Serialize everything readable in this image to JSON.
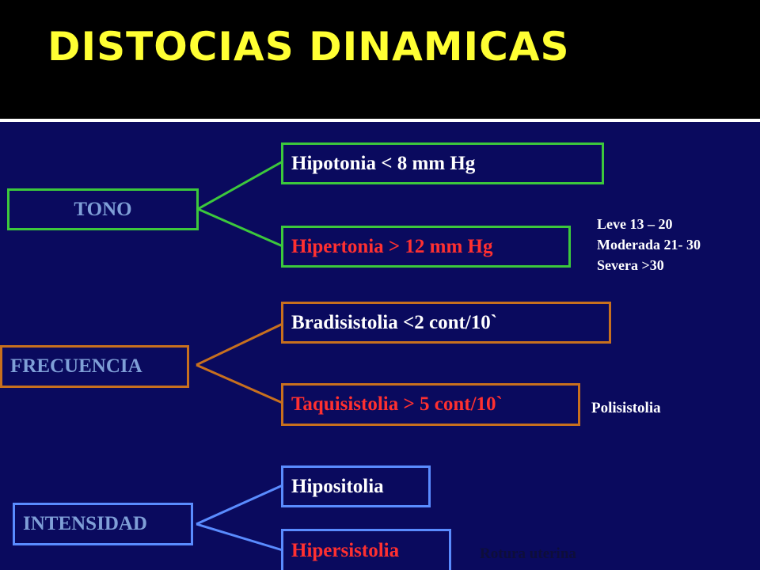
{
  "slide": {
    "title": "DISTOCIAS DINAMICAS"
  },
  "groups": {
    "tono": {
      "label": "TONO",
      "items": [
        "Hipotonia  < 8 mm Hg",
        "Hipertonia  > 12 mm Hg"
      ],
      "notes": [
        "Leve 13 – 20",
        "Moderada 21- 30",
        "Severa >30"
      ]
    },
    "frecuencia": {
      "label": "FRECUENCIA",
      "items": [
        "Bradisistolia  <2 cont/10`",
        "Taquisistolia > 5 cont/10`"
      ],
      "note": "Polisistolia"
    },
    "intensidad": {
      "label": "INTENSIDAD",
      "items": [
        "Hipositolia",
        "Hipersistolia"
      ],
      "note": "Rotura uterina"
    }
  },
  "colors": {
    "background": "#0a0a5e",
    "title": "#ffff33",
    "tono": "#3cc83c",
    "frecuencia": "#c8701e",
    "intensidad": "#5a8cff",
    "highlight_text": "#ff3030"
  }
}
